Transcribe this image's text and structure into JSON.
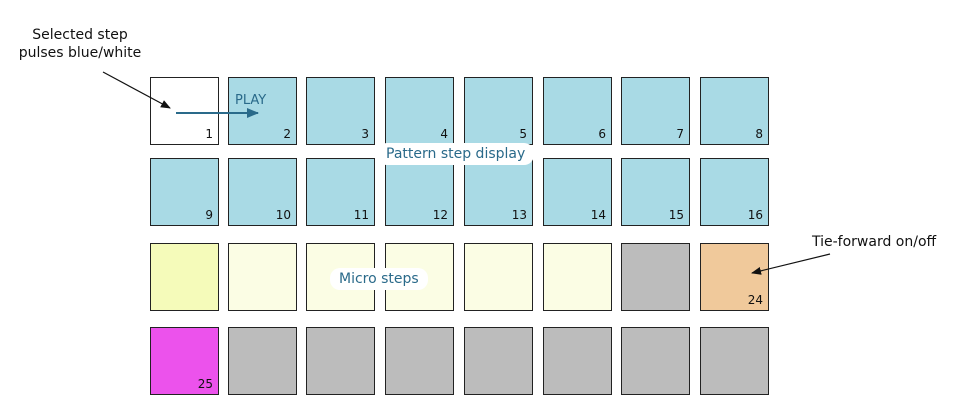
{
  "callouts": {
    "selected_step": [
      "Selected step",
      "pulses blue/white"
    ],
    "tie_forward": "Tie-forward on/off"
  },
  "overlays": {
    "pattern_step_display": "Pattern step display",
    "micro_steps": "Micro steps",
    "play": "PLAY"
  },
  "colors": {
    "step_blue": "#a9dae5",
    "selected_white": "#ffffff",
    "micro_yellow_active": "#f5fbba",
    "micro_yellow": "#fbfde4",
    "gray": "#bcbcbc",
    "tie_orange": "#f0c99b",
    "magenta": "#ec52ec",
    "annotation_blue": "#2a6a8a"
  },
  "pads": [
    [
      {
        "label": "1",
        "color": "selected_white"
      },
      {
        "label": "2",
        "color": "step_blue"
      },
      {
        "label": "3",
        "color": "step_blue"
      },
      {
        "label": "4",
        "color": "step_blue"
      },
      {
        "label": "5",
        "color": "step_blue"
      },
      {
        "label": "6",
        "color": "step_blue"
      },
      {
        "label": "7",
        "color": "step_blue"
      },
      {
        "label": "8",
        "color": "step_blue"
      }
    ],
    [
      {
        "label": "9",
        "color": "step_blue"
      },
      {
        "label": "10",
        "color": "step_blue"
      },
      {
        "label": "11",
        "color": "step_blue"
      },
      {
        "label": "12",
        "color": "step_blue"
      },
      {
        "label": "13",
        "color": "step_blue"
      },
      {
        "label": "14",
        "color": "step_blue"
      },
      {
        "label": "15",
        "color": "step_blue"
      },
      {
        "label": "16",
        "color": "step_blue"
      }
    ],
    [
      {
        "label": "",
        "color": "micro_yellow_active"
      },
      {
        "label": "",
        "color": "micro_yellow"
      },
      {
        "label": "",
        "color": "micro_yellow"
      },
      {
        "label": "",
        "color": "micro_yellow"
      },
      {
        "label": "",
        "color": "micro_yellow"
      },
      {
        "label": "",
        "color": "micro_yellow"
      },
      {
        "label": "",
        "color": "gray"
      },
      {
        "label": "24",
        "color": "tie_orange"
      }
    ],
    [
      {
        "label": "25",
        "color": "magenta"
      },
      {
        "label": "",
        "color": "gray"
      },
      {
        "label": "",
        "color": "gray"
      },
      {
        "label": "",
        "color": "gray"
      },
      {
        "label": "",
        "color": "gray"
      },
      {
        "label": "",
        "color": "gray"
      },
      {
        "label": "",
        "color": "gray"
      },
      {
        "label": "",
        "color": "gray"
      }
    ]
  ]
}
